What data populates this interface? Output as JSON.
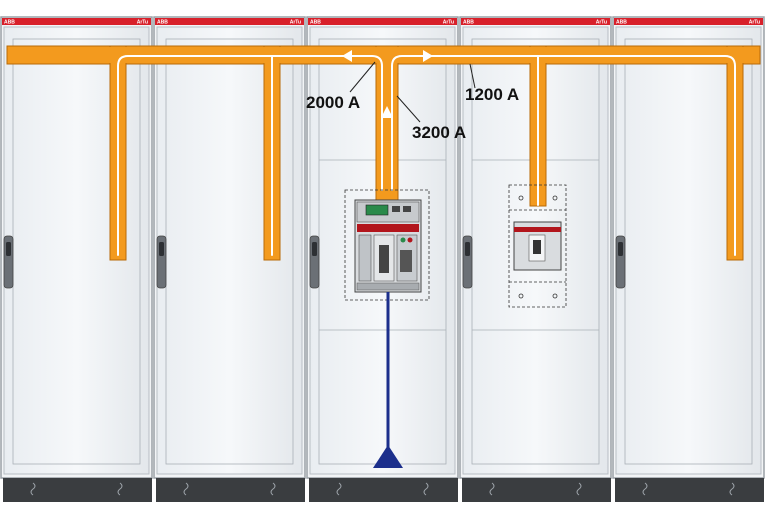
{
  "diagram": {
    "cabinet_count": 5,
    "cabinets": [
      {
        "brand_left": "ABB",
        "brand_right": "ArTu"
      },
      {
        "brand_left": "ABB",
        "brand_right": "ArTu"
      },
      {
        "brand_left": "ABB",
        "brand_right": "ArTu"
      },
      {
        "brand_left": "ABB",
        "brand_right": "ArTu"
      },
      {
        "brand_left": "ABB",
        "brand_right": "ArTu"
      }
    ],
    "labels": {
      "left_branch": "2000 A",
      "incoming": "3200 A",
      "right_branch": "1200 A"
    },
    "colors": {
      "busbar": "#f39a1e",
      "flow_arrow": "#ffffff",
      "feeder": "#1c2f8c",
      "brand_strip": "#d8202a",
      "cabinet_frame": "#9aa0a6",
      "cabinet_fill": "#f2f4f6",
      "plinth": "#3a3d40"
    },
    "icons": [
      "incoming-feed-arrow-icon",
      "air-circuit-breaker-icon",
      "moulded-case-breaker-icon",
      "door-handle-icon"
    ]
  }
}
